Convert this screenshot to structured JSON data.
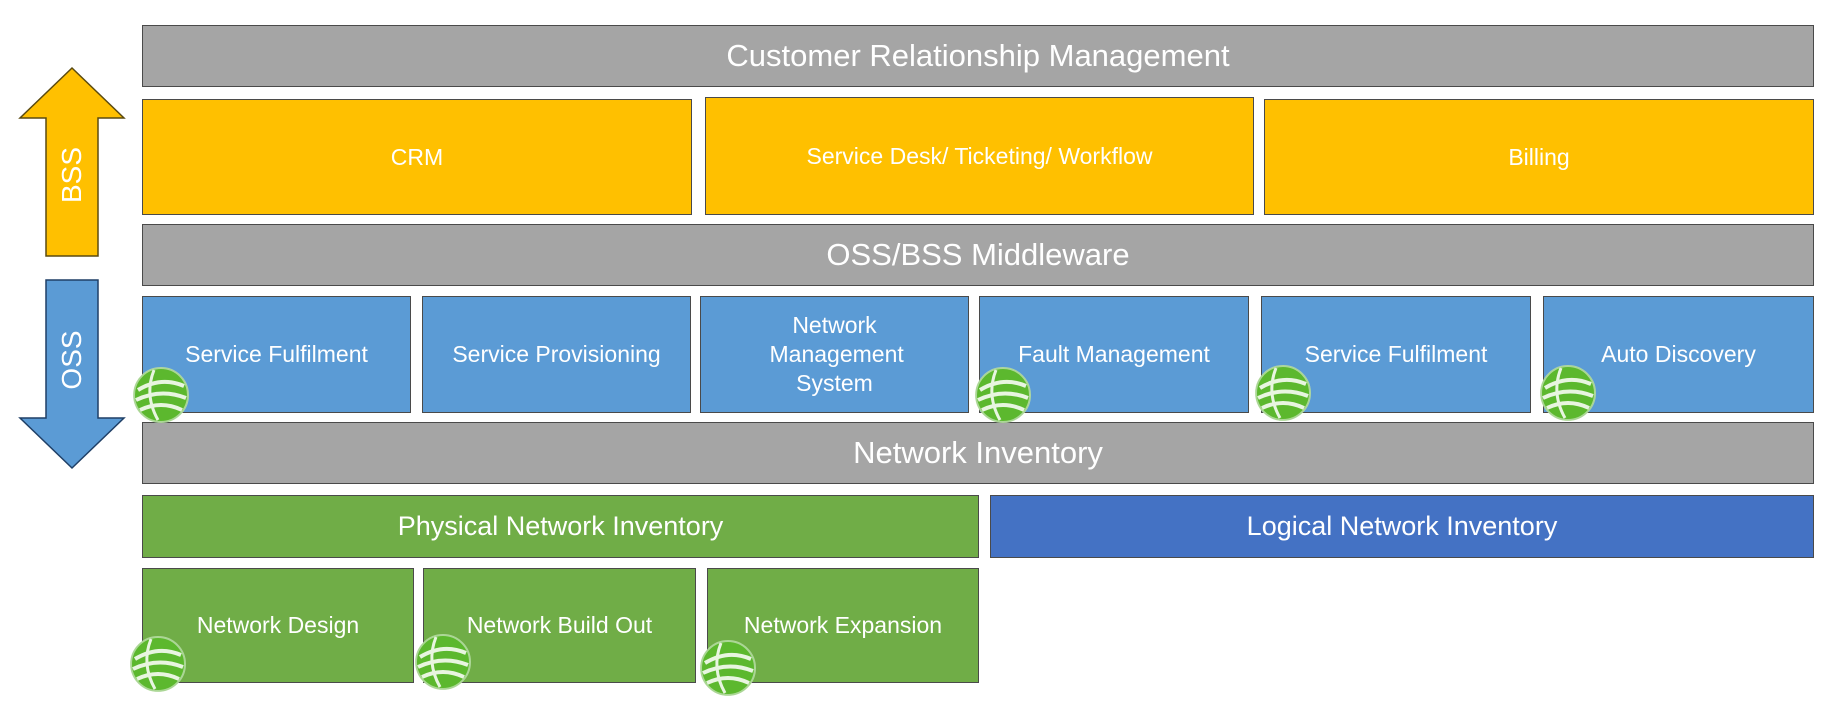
{
  "side_arrows": {
    "bss": "BSS",
    "oss": "OSS"
  },
  "layers": {
    "crm_layer": "Customer Relationship Management",
    "bss_blocks": [
      "CRM",
      "Service Desk/ Ticketing/ Workflow",
      "Billing"
    ],
    "middleware": "OSS/BSS Middleware",
    "oss_blocks": [
      "Service Fulfilment",
      "Service Provisioning",
      "Network Management System",
      "Fault Management",
      "Service Fulfilment",
      "Auto Discovery"
    ],
    "network_inventory": "Network Inventory",
    "physical_inventory": "Physical Network Inventory",
    "logical_inventory": "Logical Network Inventory",
    "physical_blocks": [
      "Network Design",
      "Network Build Out",
      "Network Expansion"
    ]
  },
  "colors": {
    "gray": "#a5a5a5",
    "orange": "#ffc000",
    "blue": "#5b9bd5",
    "green": "#70ad47",
    "navy": "#4472c4",
    "logo_green": "#5cb82e"
  }
}
